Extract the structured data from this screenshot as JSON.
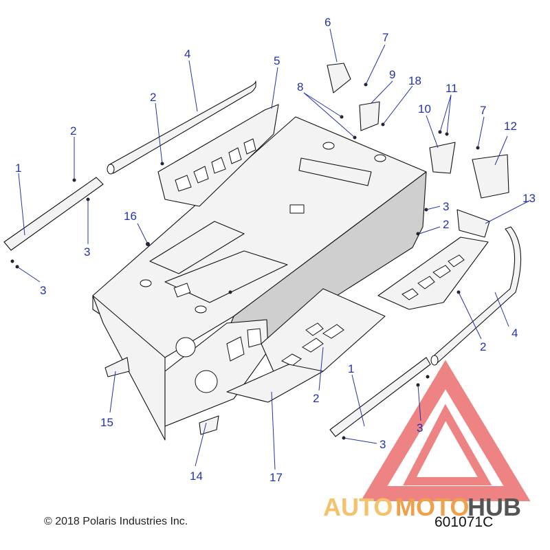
{
  "callouts": [
    {
      "id": "c1a",
      "label": "1"
    },
    {
      "id": "c1b",
      "label": "1"
    },
    {
      "id": "c2a",
      "label": "2"
    },
    {
      "id": "c2b",
      "label": "2"
    },
    {
      "id": "c2c",
      "label": "2"
    },
    {
      "id": "c2d",
      "label": "2"
    },
    {
      "id": "c2e",
      "label": "2"
    },
    {
      "id": "c3a",
      "label": "3"
    },
    {
      "id": "c3b",
      "label": "3"
    },
    {
      "id": "c3c",
      "label": "3"
    },
    {
      "id": "c3d",
      "label": "3"
    },
    {
      "id": "c3e",
      "label": "3"
    },
    {
      "id": "c4a",
      "label": "4"
    },
    {
      "id": "c4b",
      "label": "4"
    },
    {
      "id": "c5",
      "label": "5"
    },
    {
      "id": "c6",
      "label": "6"
    },
    {
      "id": "c7a",
      "label": "7"
    },
    {
      "id": "c7b",
      "label": "7"
    },
    {
      "id": "c8",
      "label": "8"
    },
    {
      "id": "c9",
      "label": "9"
    },
    {
      "id": "c10",
      "label": "10"
    },
    {
      "id": "c11",
      "label": "11"
    },
    {
      "id": "c12",
      "label": "12"
    },
    {
      "id": "c13",
      "label": "13"
    },
    {
      "id": "c14",
      "label": "14"
    },
    {
      "id": "c15",
      "label": "15"
    },
    {
      "id": "c16",
      "label": "16"
    },
    {
      "id": "c17",
      "label": "17"
    },
    {
      "id": "c18",
      "label": "18"
    }
  ],
  "copyright": "© 2018 Polaris Industries Inc.",
  "part_number": "601071C",
  "watermark": {
    "word_a": "AUTO",
    "word_b": "MOTO",
    "word_c": "HUB",
    "color_a": "#f5c26b",
    "color_b": "#f0a04a",
    "color_c": "#555555",
    "triangle_color": "#e85a5a"
  },
  "colors": {
    "callout": "#2233aa",
    "line": "#111111"
  }
}
